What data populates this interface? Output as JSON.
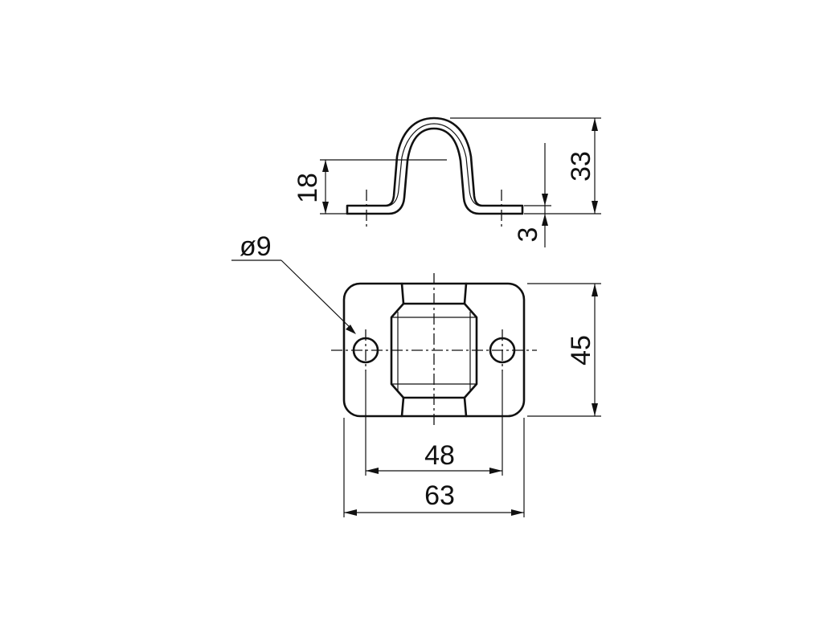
{
  "dimensions": {
    "top_view_height": "33",
    "arch_inner_height": "18",
    "plate_thickness": "3",
    "hole_diameter": "ø9",
    "base_depth": "45",
    "hole_spacing": "48",
    "overall_width": "63"
  },
  "colors": {
    "line": "#111111",
    "background": "#ffffff"
  }
}
